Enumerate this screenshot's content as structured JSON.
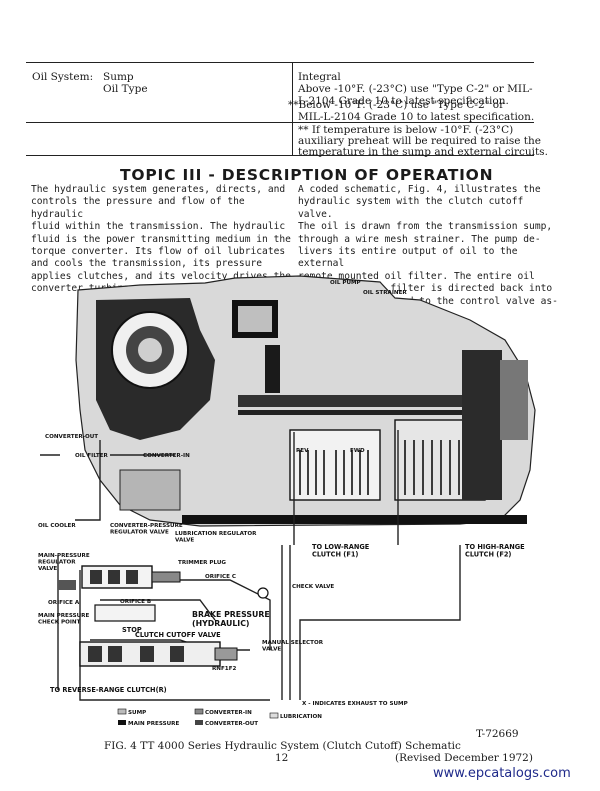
{
  "spec_table": {
    "system": "Oil System:",
    "sump": "Sump",
    "oil_type": "Oil Type",
    "integral": "Integral",
    "line1": "Above -10°F. (-23°C) use \"Type C-2\" or MIL-",
    "line2": "L-2104 Grade 10 to latest specification.",
    "line3": "**Below -10°F. (-23°C) use \"Type C-2\" or",
    "line4": "MIL-L-2104 Grade 10 to latest specification.",
    "note1": "** If temperature is below -10°F. (-23°C)",
    "note2": "auxiliary preheat will be required to raise the",
    "note3": "temperature in the sump and external circuits."
  },
  "topic": {
    "heading": "TOPIC III - DESCRIPTION OF OPERATION",
    "left_paragraph": "The hydraulic system generates, directs, and\ncontrols the pressure and flow of the hydraulic\nfluid within the transmission. The hydraulic\nfluid is the power transmitting medium in the\ntorque converter. Its flow of oil lubricates\nand cools the transmission, its pressure\napplies clutches, and its velocity drives the\nconverter turbines.",
    "right_paragraph": "A coded schematic, Fig. 4, illustrates the\nhydraulic system with the clutch cutoff valve.\nThe oil is drawn from the transmission sump,\nthrough a wire mesh strainer. The pump de-\nlivers its entire output of oil to the external\nremote mounted oil filter. The entire oil\nsupply from the filter is directed back into\nthe transmission and to the control valve as-\nsembly."
  },
  "diagram_labels": {
    "oil_pump": "OIL PUMP",
    "oil_strainer": "OIL STRAINER",
    "converter_out": "CONVERTER-OUT",
    "oil_filter": "OIL FILTER",
    "converter_in": "CONVERTER-IN",
    "oil_cooler": "OIL COOLER",
    "converter_pressure_regulator": "CONVERTER-PRESSURE\nREGULATOR VALVE",
    "lubrication_regulator": "LUBRICATION REGULATOR\nVALVE",
    "rev": "REV",
    "fwd": "FWD",
    "low_range": "TO LOW-RANGE\nCLUTCH (F1)",
    "high_range": "TO HIGH-RANGE\nCLUTCH (F2)",
    "main_pressure_regulator": "MAIN-PRESSURE\nREGULATOR\nVALVE",
    "trimmer_plug": "TRIMMER PLUG",
    "orifice_c": "ORIFICE C",
    "check_valve": "CHECK VALVE",
    "orifice_a": "ORIFICE A",
    "orifice_b": "ORIFICE B",
    "main_pressure_check": "MAIN PRESSURE\nCHECK POINT",
    "brake_pressure": "BRAKE PRESSURE\n(HYDRAULIC)",
    "stop": "STOP",
    "clutch_cutoff": "CLUTCH CUTOFF VALVE",
    "manual_selector": "MANUAL SELECTOR\nVALVE",
    "rnf": "RNF1F2",
    "reverse_range": "TO REVERSE-RANGE CLUTCH(R)",
    "exhaust_note": "X - INDICATES EXHAUST TO SUMP",
    "legend_sump": "SUMP",
    "legend_main": "MAIN PRESSURE",
    "legend_conv_in": "CONVERTER-IN",
    "legend_conv_out": "CONVERTER-OUT",
    "legend_lube": "LUBRICATION"
  },
  "figure": {
    "number": "T-72669",
    "caption": "FIG. 4  TT 4000 Series Hydraulic System (Clutch Cutoff) Schematic",
    "page": "12",
    "revised": "(Revised December 1972)"
  },
  "watermark": "www.epcatalogs.com"
}
